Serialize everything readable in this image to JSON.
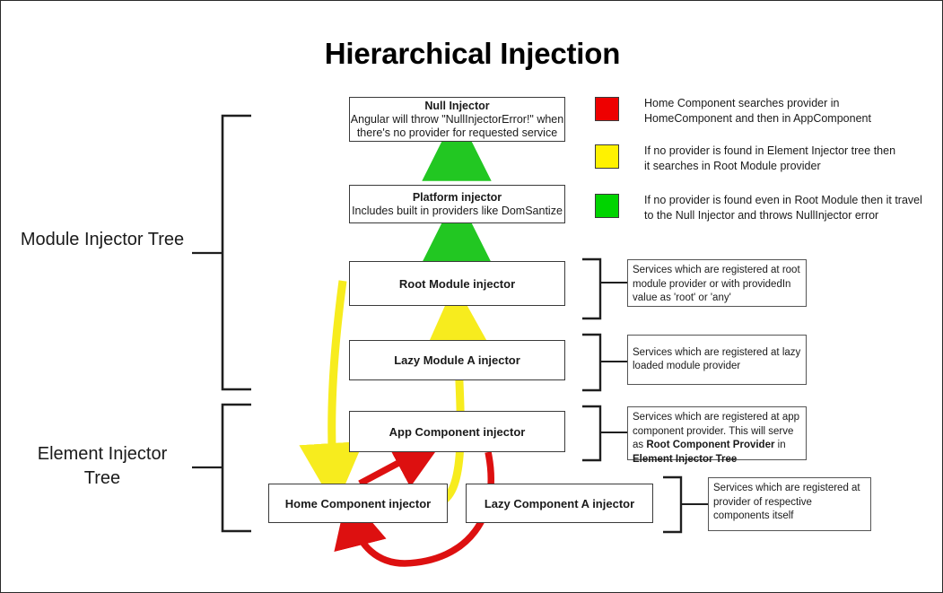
{
  "page": {
    "title": "Hierarchical Injection"
  },
  "side_labels": [
    {
      "name": "module-injector-tree",
      "text": "Module Injector\nTree"
    },
    {
      "name": "element-injector-tree",
      "text": "Element Injector\nTree"
    }
  ],
  "nodes": {
    "null_injector": {
      "header": "Null Injector",
      "body": "Angular will throw \"NullInjectorError!\" when\nthere's no provider for requested service"
    },
    "platform_injector": {
      "header": "Platform injector",
      "body": "Includes built in providers like DomSantize"
    },
    "root_module_injector": {
      "label": "Root Module injector"
    },
    "lazy_module_a_injector": {
      "label": "Lazy Module A injector"
    },
    "app_component_injector": {
      "label": "App Component injector"
    },
    "home_component_injector": {
      "label": "Home Component injector"
    },
    "lazy_component_a_injector": {
      "label": "Lazy Component A injector"
    }
  },
  "annotations": [
    {
      "name": "annotation-root-module",
      "text": "Services which are registered at root module provider or with providedIn value as 'root' or 'any'"
    },
    {
      "name": "annotation-lazy-module",
      "text": "Services which are registered at lazy loaded module provider"
    },
    {
      "name": "annotation-app-component",
      "prefix": "Services which are registered  at app component provider. This will serve as ",
      "bold1": "Root Component Provider",
      "middle": " in ",
      "bold2": "Element Injector Tree"
    },
    {
      "name": "annotation-components",
      "text": "Services which are registered at provider of respective components itself"
    }
  ],
  "legend": [
    {
      "name": "legend-red",
      "color": "#ee0000",
      "text": "Home Component searches provider in\nHomeComponent and then in AppComponent"
    },
    {
      "name": "legend-yellow",
      "color": "#ffeb00",
      "text": "If no provider is found in Element Injector tree then\nit searches in Root Module provider"
    },
    {
      "name": "legend-green",
      "color": "#00d400",
      "text": "If no provider is found even in Root Module then it travel\nto the Null Injector and throws NullInjector error"
    }
  ],
  "colors": {
    "red": "#dd1010",
    "yellow": "#f7ec1e",
    "green": "#22c722",
    "stroke": "#3a3a3a"
  }
}
